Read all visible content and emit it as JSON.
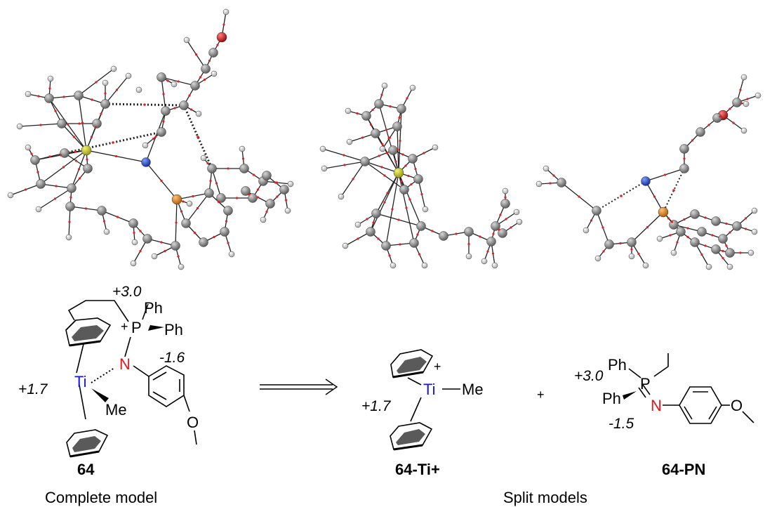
{
  "scheme": {
    "complete": {
      "compound_label": "64",
      "caption": "Complete model",
      "charges": {
        "P": "+3.0",
        "N": "-1.6",
        "Ti": "+1.7"
      },
      "atoms": {
        "P": "P",
        "N": "N",
        "Ti": "Ti",
        "O": "O",
        "plus": "+"
      },
      "substituents": {
        "ph1": "Ph",
        "ph2": "Ph",
        "me": "Me"
      }
    },
    "split": {
      "caption": "Split models",
      "plus_sign": "+",
      "ti_fragment": {
        "compound_label": "64-Ti+",
        "charge": "+1.7",
        "atoms": {
          "Ti": "Ti",
          "plus": "+"
        },
        "substituents": {
          "me": "Me"
        }
      },
      "pn_fragment": {
        "compound_label": "64-PN",
        "charges": {
          "P": "+3.0",
          "N": "-1.5"
        },
        "atoms": {
          "P": "P",
          "N": "N",
          "O": "O"
        },
        "substituents": {
          "ph1": "Ph",
          "ph2": "Ph"
        }
      }
    }
  },
  "colors": {
    "carbon": "#7d7d7d",
    "hydrogen": "#e4e4e4",
    "titanium": "#c8c81e",
    "nitrogen": "#1c3fd0",
    "phosphorus": "#d9821a",
    "oxygen": "#d61010",
    "bcp": "#e02020",
    "n_label": "#e8141c",
    "ti_label": "#1515e6"
  }
}
